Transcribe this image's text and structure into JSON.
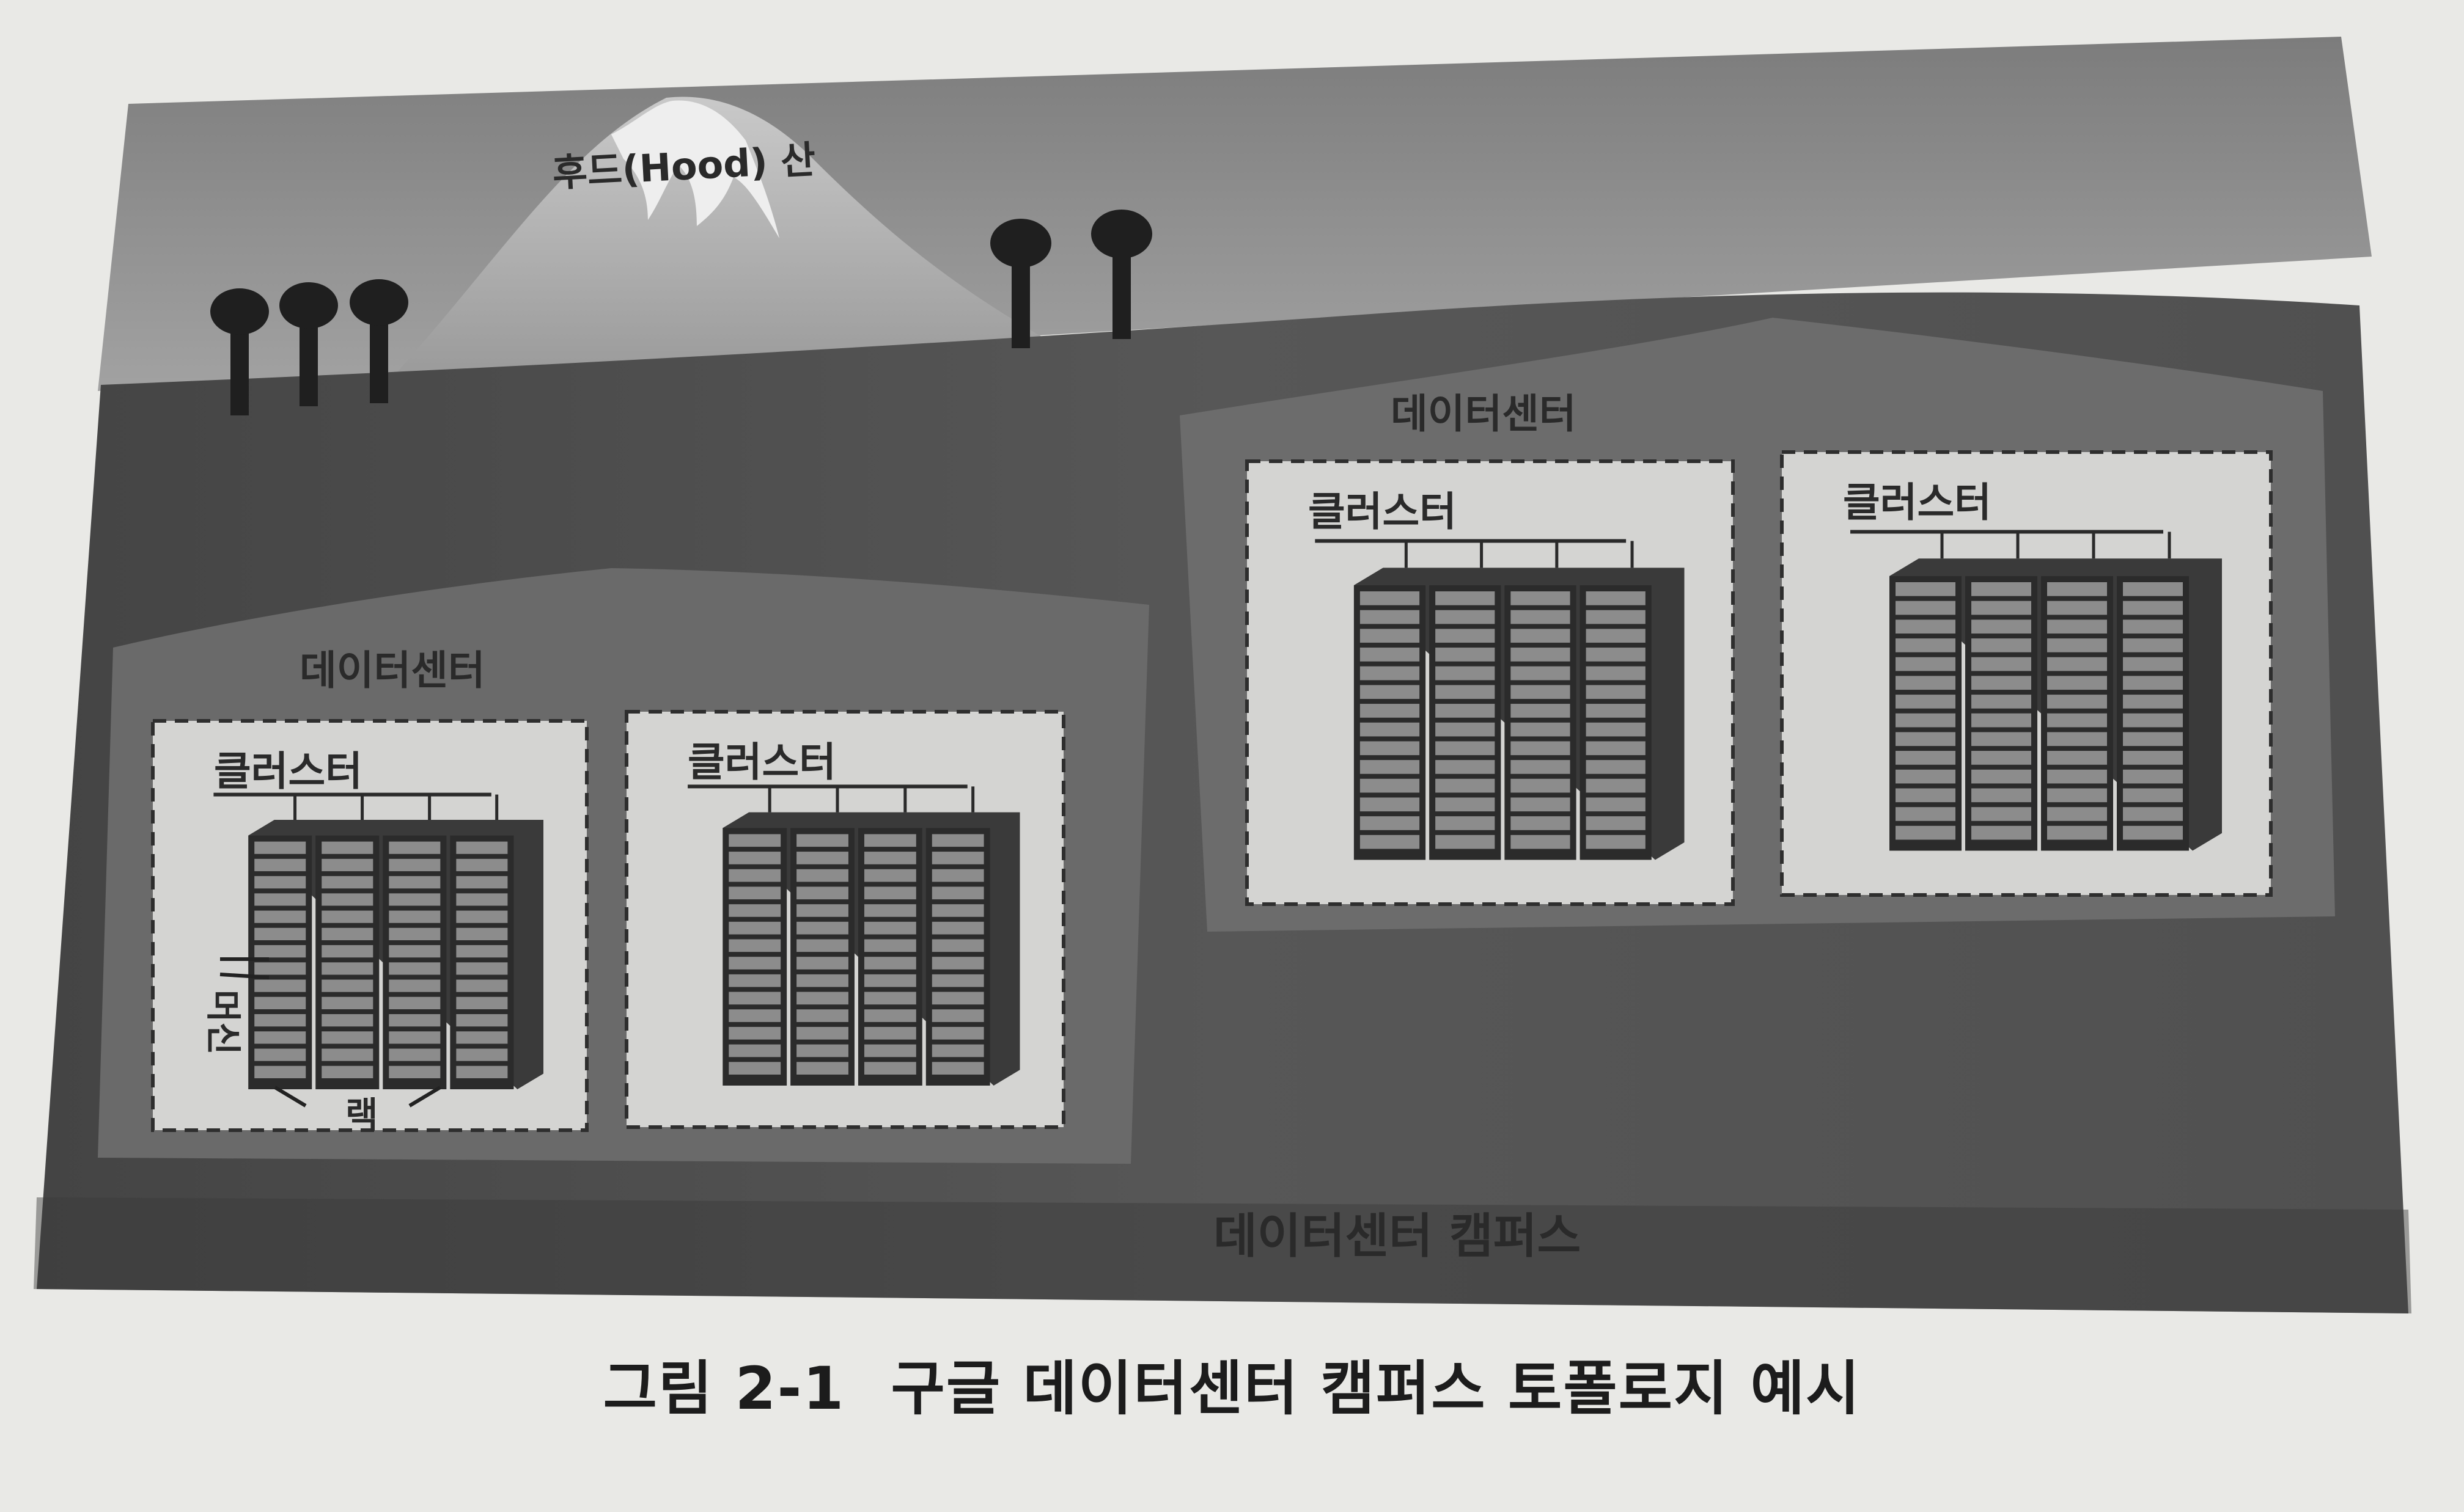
{
  "diagram": {
    "mountain_label": "후드(Hood) 산",
    "campus_label": "데이터센터 캠퍼스",
    "machine_label": "머신",
    "rack_label": "랙",
    "datacenters": [
      {
        "label": "데이터센터",
        "clusters": [
          {
            "label": "클러스터"
          },
          {
            "label": "클러스터"
          }
        ]
      },
      {
        "label": "데이터센터",
        "clusters": [
          {
            "label": "클러스터"
          },
          {
            "label": "클러스터"
          }
        ]
      }
    ]
  },
  "caption": {
    "number": "그림 2-1",
    "text": "구글 데이터센터 캠퍼스 토폴로지 예시"
  },
  "colors": {
    "page": "#e9e9e6",
    "sky": "#8e8e8e",
    "ground": "#4a4a4a",
    "building": "#6a6a6a",
    "cluster_box": "#d4d4d2",
    "rack": "#2b2b2b",
    "machine": "#8c8c8c"
  }
}
